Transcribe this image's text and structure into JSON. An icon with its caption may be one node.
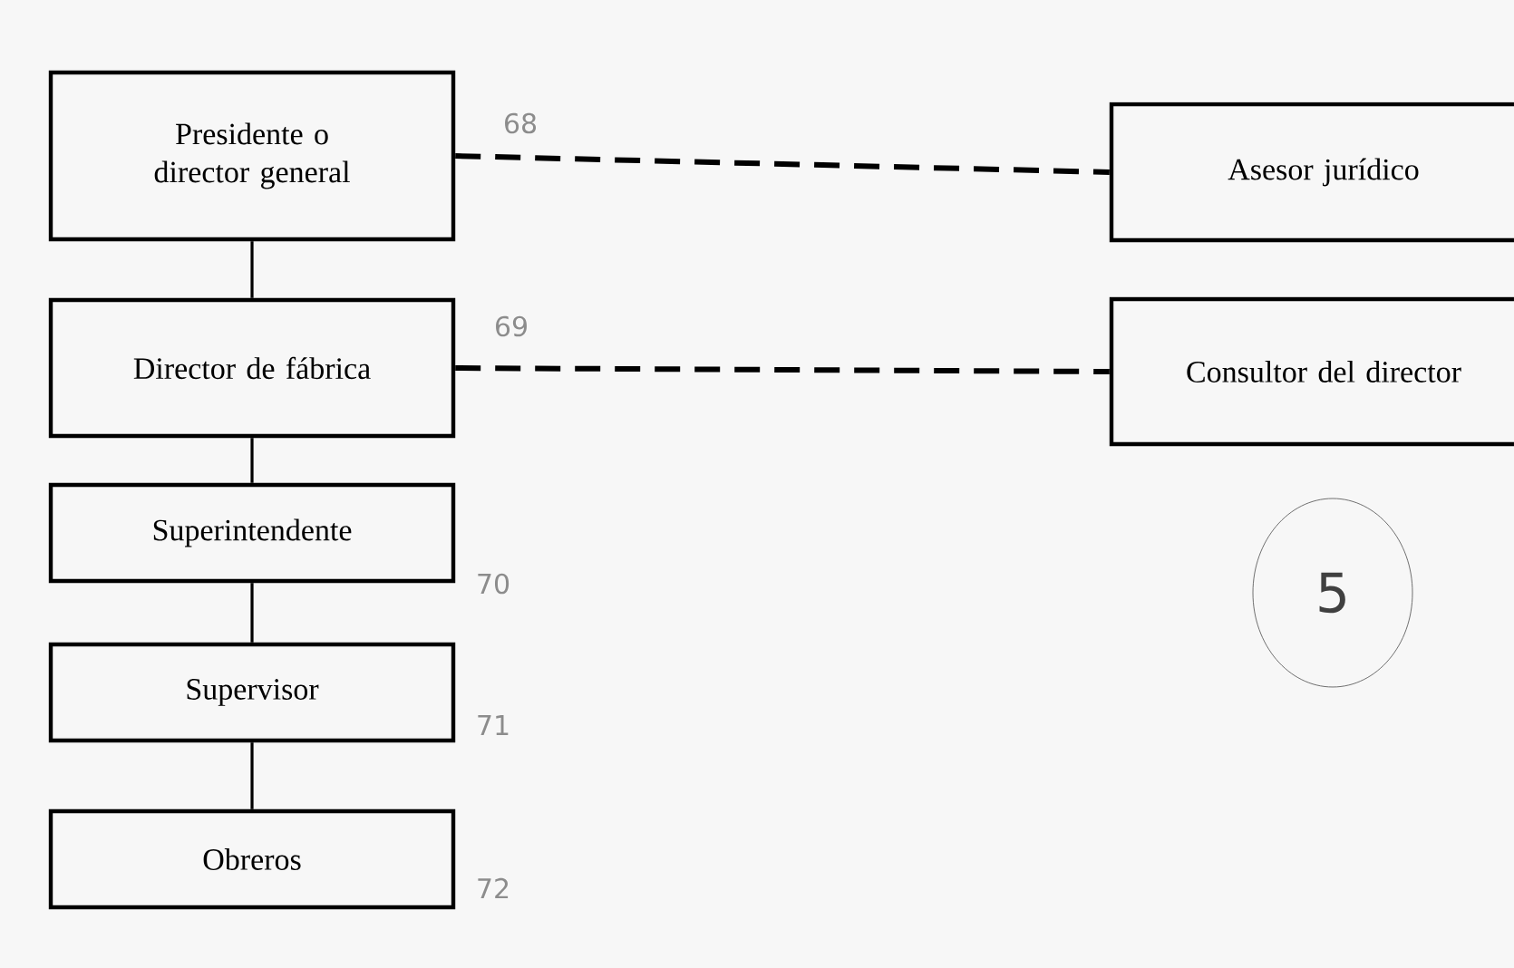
{
  "diagram": {
    "nodes": [
      {
        "text": [
          "Presidente o director general"
        ]
      },
      {
        "text": [
          "Asesor jurídico"
        ]
      },
      {
        "text": [
          "Director de fábrica"
        ]
      },
      {
        "text": [
          "Consultor del director"
        ]
      },
      {
        "text": [
          "Superintendente"
        ]
      },
      {
        "text": [
          "Supervisor"
        ]
      },
      {
        "text": [
          "Obreros"
        ]
      },
      {
        "text": [
          "5"
        ]
      }
    ],
    "edges": [
      {
        "from": 0,
        "to": 1,
        "arrow": "none",
        "style": "dashed"
      },
      {
        "from": 2,
        "to": 3,
        "arrow": "none",
        "style": "dashed"
      },
      {
        "from": 0,
        "to": 2,
        "arrow": "none"
      },
      {
        "from": 2,
        "to": 4,
        "arrow": "none"
      },
      {
        "from": 4,
        "to": 5,
        "arrow": "none"
      },
      {
        "from": 5,
        "to": 6,
        "arrow": "none"
      }
    ],
    "labels": [
      "68",
      "69",
      "70",
      "71",
      "72"
    ]
  }
}
